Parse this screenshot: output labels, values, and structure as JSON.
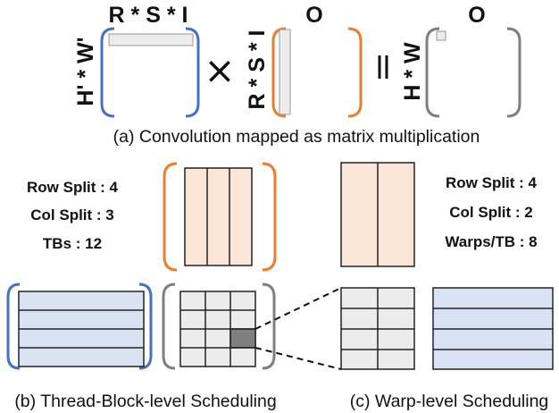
{
  "panel_a": {
    "col_label_1": "R * S * I",
    "col_label_2": "O",
    "col_label_3": "O",
    "row_label_1": "H' * W'",
    "row_label_2": "R * S * I",
    "row_label_3": "H * W",
    "times_symbol": "×",
    "equals_symbol": "=",
    "caption": "(a) Convolution mapped as matrix multiplication"
  },
  "panel_b": {
    "row_split": "Row Split : 4",
    "col_split": "Col Split : 3",
    "tbs": "TBs : 12",
    "caption": "(b) Thread-Block-level Scheduling"
  },
  "panel_c": {
    "row_split": "Row Split : 4",
    "col_split": "Col Split : 2",
    "warps": "Warps/TB : 8",
    "caption": "(c) Warp-level Scheduling"
  },
  "colors": {
    "blue": "#4472c4",
    "orange": "#ed7d31",
    "gray": "#7f7f7f",
    "fill_blue": "#dae3f3",
    "fill_orange": "#fbe5d6",
    "fill_gray": "#ececec",
    "dark_cell": "#7f7f7f"
  }
}
